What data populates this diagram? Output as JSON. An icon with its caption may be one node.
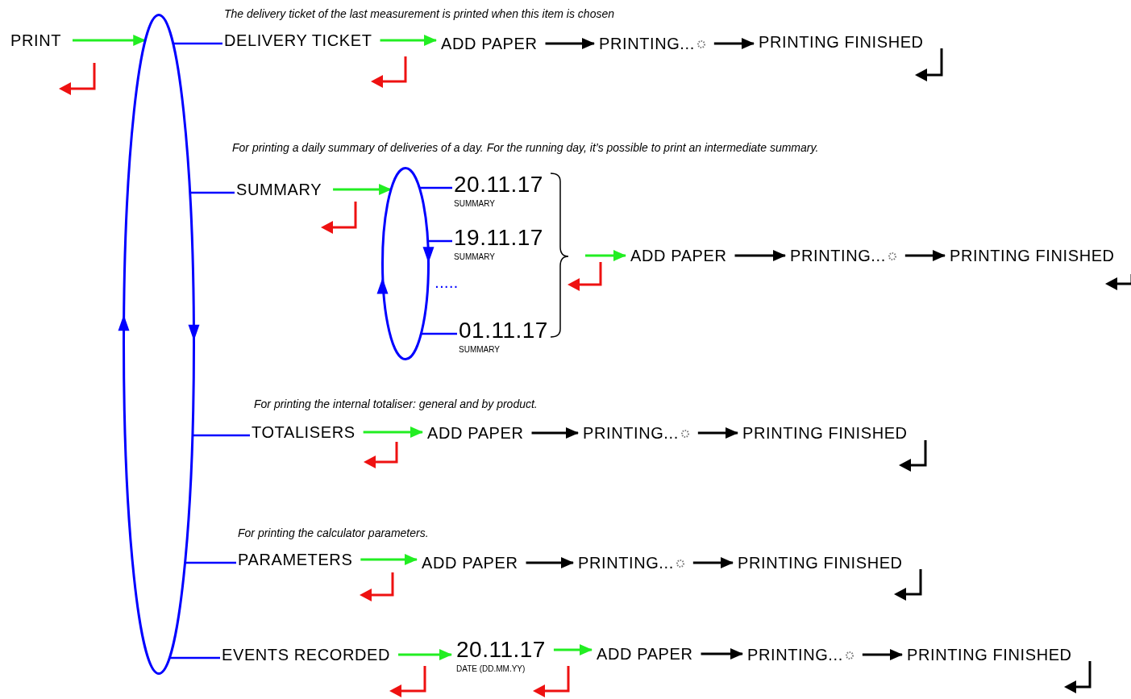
{
  "diagram": {
    "nodes": [
      {
        "text": [
          "PRINT"
        ]
      },
      {
        "text": [],
        "shape": "ellipse"
      },
      {
        "text": [
          "DELIVERY TICKET"
        ]
      },
      {
        "text": [
          "ADD PAPER"
        ]
      },
      {
        "text": [
          "PRINTING..."
        ]
      },
      {
        "text": [
          "PRINTING FINISHED"
        ]
      },
      {
        "text": [
          "SUMMARY"
        ]
      },
      {
        "text": [],
        "shape": "ellipse"
      },
      {
        "text": [
          "20.11.17",
          "SUMMARY"
        ]
      },
      {
        "text": [
          "19.11.17",
          "SUMMARY"
        ]
      },
      {
        "text": [
          "01.11.17",
          "SUMMARY"
        ]
      },
      {
        "text": [
          "ADD PAPER"
        ]
      },
      {
        "text": [
          "PRINTING..."
        ]
      },
      {
        "text": [
          "PRINTING FINISHED"
        ]
      },
      {
        "text": [
          "TOTALISERS"
        ]
      },
      {
        "text": [
          "ADD PAPER"
        ]
      },
      {
        "text": [
          "PRINTING..."
        ]
      },
      {
        "text": [
          "PRINTING FINISHED"
        ]
      },
      {
        "text": [
          "PARAMETERS"
        ]
      },
      {
        "text": [
          "ADD PAPER"
        ]
      },
      {
        "text": [
          "PRINTING..."
        ]
      },
      {
        "text": [
          "PRINTING FINISHED"
        ]
      },
      {
        "text": [
          "EVENTS RECORDED"
        ]
      },
      {
        "text": [
          "20.11.17",
          "DATE (DD.MM.YY)"
        ]
      },
      {
        "text": [
          "ADD PAPER"
        ]
      },
      {
        "text": [
          "PRINTING..."
        ]
      },
      {
        "text": [
          "PRINTING FINISHED"
        ]
      }
    ],
    "edges": [
      {
        "from": 0,
        "to": 1,
        "arrow": "to",
        "color": "#22ee22"
      },
      {
        "from": 1,
        "to": 2,
        "arrow": "none",
        "color": "#0000ff"
      },
      {
        "from": 1,
        "to": 6,
        "arrow": "none",
        "color": "#0000ff"
      },
      {
        "from": 1,
        "to": 14,
        "arrow": "none",
        "color": "#0000ff"
      },
      {
        "from": 1,
        "to": 18,
        "arrow": "none",
        "color": "#0000ff"
      },
      {
        "from": 1,
        "to": 22,
        "arrow": "none",
        "color": "#0000ff"
      },
      {
        "from": 2,
        "to": 3,
        "arrow": "to",
        "color": "#22ee22"
      },
      {
        "from": 3,
        "to": 4,
        "arrow": "to"
      },
      {
        "from": 4,
        "to": 5,
        "arrow": "to"
      },
      {
        "from": 6,
        "to": 7,
        "arrow": "to",
        "color": "#22ee22"
      },
      {
        "from": 7,
        "to": 8,
        "arrow": "none",
        "color": "#0000ff"
      },
      {
        "from": 7,
        "to": 9,
        "arrow": "none",
        "color": "#0000ff"
      },
      {
        "from": 7,
        "to": 10,
        "arrow": "none",
        "color": "#0000ff"
      },
      {
        "from": null,
        "to": 11,
        "arrow": "to",
        "color": "#22ee22"
      },
      {
        "from": 11,
        "to": 12,
        "arrow": "to"
      },
      {
        "from": 12,
        "to": 13,
        "arrow": "to"
      },
      {
        "from": 14,
        "to": 15,
        "arrow": "to",
        "color": "#22ee22"
      },
      {
        "from": 15,
        "to": 16,
        "arrow": "to"
      },
      {
        "from": 16,
        "to": 17,
        "arrow": "to"
      },
      {
        "from": 18,
        "to": 19,
        "arrow": "to",
        "color": "#22ee22"
      },
      {
        "from": 19,
        "to": 20,
        "arrow": "to"
      },
      {
        "from": 20,
        "to": 21,
        "arrow": "to"
      },
      {
        "from": 22,
        "to": 23,
        "arrow": "to",
        "color": "#22ee22"
      },
      {
        "from": 23,
        "to": 24,
        "arrow": "to",
        "color": "#22ee22"
      },
      {
        "from": 24,
        "to": 25,
        "arrow": "to"
      },
      {
        "from": 25,
        "to": 26,
        "arrow": "to"
      }
    ],
    "labels": [
      "The delivery ticket of the last measurement is printed when this item is chosen",
      "For printing a daily summary of deliveries of a day. For the running day, it’s possible to print an intermediate summary.",
      ".....",
      "For printing the internal totaliser: general and by product.",
      "For printing the calculator parameters."
    ]
  }
}
